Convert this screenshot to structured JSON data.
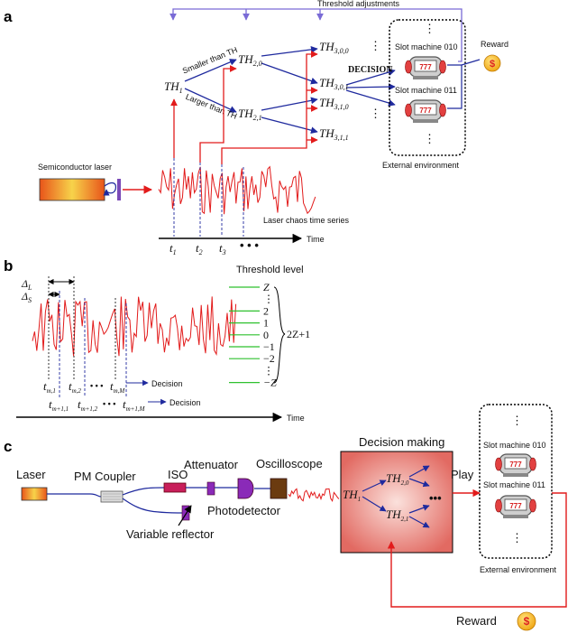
{
  "panel_a": {
    "letter": "a",
    "threshold_adjustments": "Threshold adjustments",
    "reward": "Reward",
    "decision": "DECISION",
    "slot_machine_1": "Slot machine 010",
    "slot_machine_2": "Slot machine 011",
    "external_environment": "External environment",
    "semiconductor_laser": "Semiconductor laser",
    "laser_chaos": "Laser chaos time series",
    "time": "Time",
    "smaller": "Smaller than TH",
    "larger": "Larger than TH",
    "th1": "TH",
    "th1_sub": "1",
    "th20": "TH",
    "th20_sub": "2,0",
    "th21": "TH",
    "th21_sub": "2,1",
    "th300": "TH",
    "th300_sub": "3,0,0",
    "th301": "TH",
    "th301_sub": "3,0,1",
    "th310": "TH",
    "th310_sub": "3,1,0",
    "th311": "TH",
    "th311_sub": "3,1,1",
    "t1": "t",
    "t1_sub": "1",
    "t2": "t",
    "t2_sub": "2",
    "t3": "t",
    "t3_sub": "3",
    "dots": "• • •",
    "money": "$"
  },
  "panel_b": {
    "letter": "b",
    "threshold_level": "Threshold level",
    "levels": [
      "Z",
      "⋮",
      "2",
      "1",
      "0",
      "−1",
      "−2",
      "⋮",
      "−Z"
    ],
    "count": "2Z+1",
    "delta_l": "Δ",
    "delta_l_sub": "L",
    "delta_s": "Δ",
    "delta_s_sub": "S",
    "decision": "Decision",
    "time": "Time",
    "row1": [
      "t_m,1",
      "t_m,2",
      "• • •",
      "t_m,M"
    ],
    "row2": [
      "t_m+1,1",
      "t_m+1,2",
      "• • •",
      "t_m+1,M"
    ]
  },
  "panel_c": {
    "letter": "c",
    "laser": "Laser",
    "pm_coupler": "PM Coupler",
    "iso": "ISO",
    "attenuator": "Attenuator",
    "oscilloscope": "Oscilloscope",
    "photodetector": "Photodetector",
    "variable_reflector": "Variable reflector",
    "decision_making": "Decision making",
    "play": "Play",
    "reward": "Reward",
    "slot_machine_1": "Slot machine 010",
    "slot_machine_2": "Slot machine 011",
    "external_environment": "External environment",
    "th1": "TH",
    "th1_sub": "1",
    "th20": "TH",
    "th20_sub": "2,0",
    "th21": "TH",
    "th21_sub": "2,1",
    "dots": "•••",
    "money": "$"
  },
  "colors": {
    "blue": "#1f2a9e",
    "red": "#e21b1b",
    "purple": "#7a6bd6",
    "green": "#2fc12f"
  }
}
